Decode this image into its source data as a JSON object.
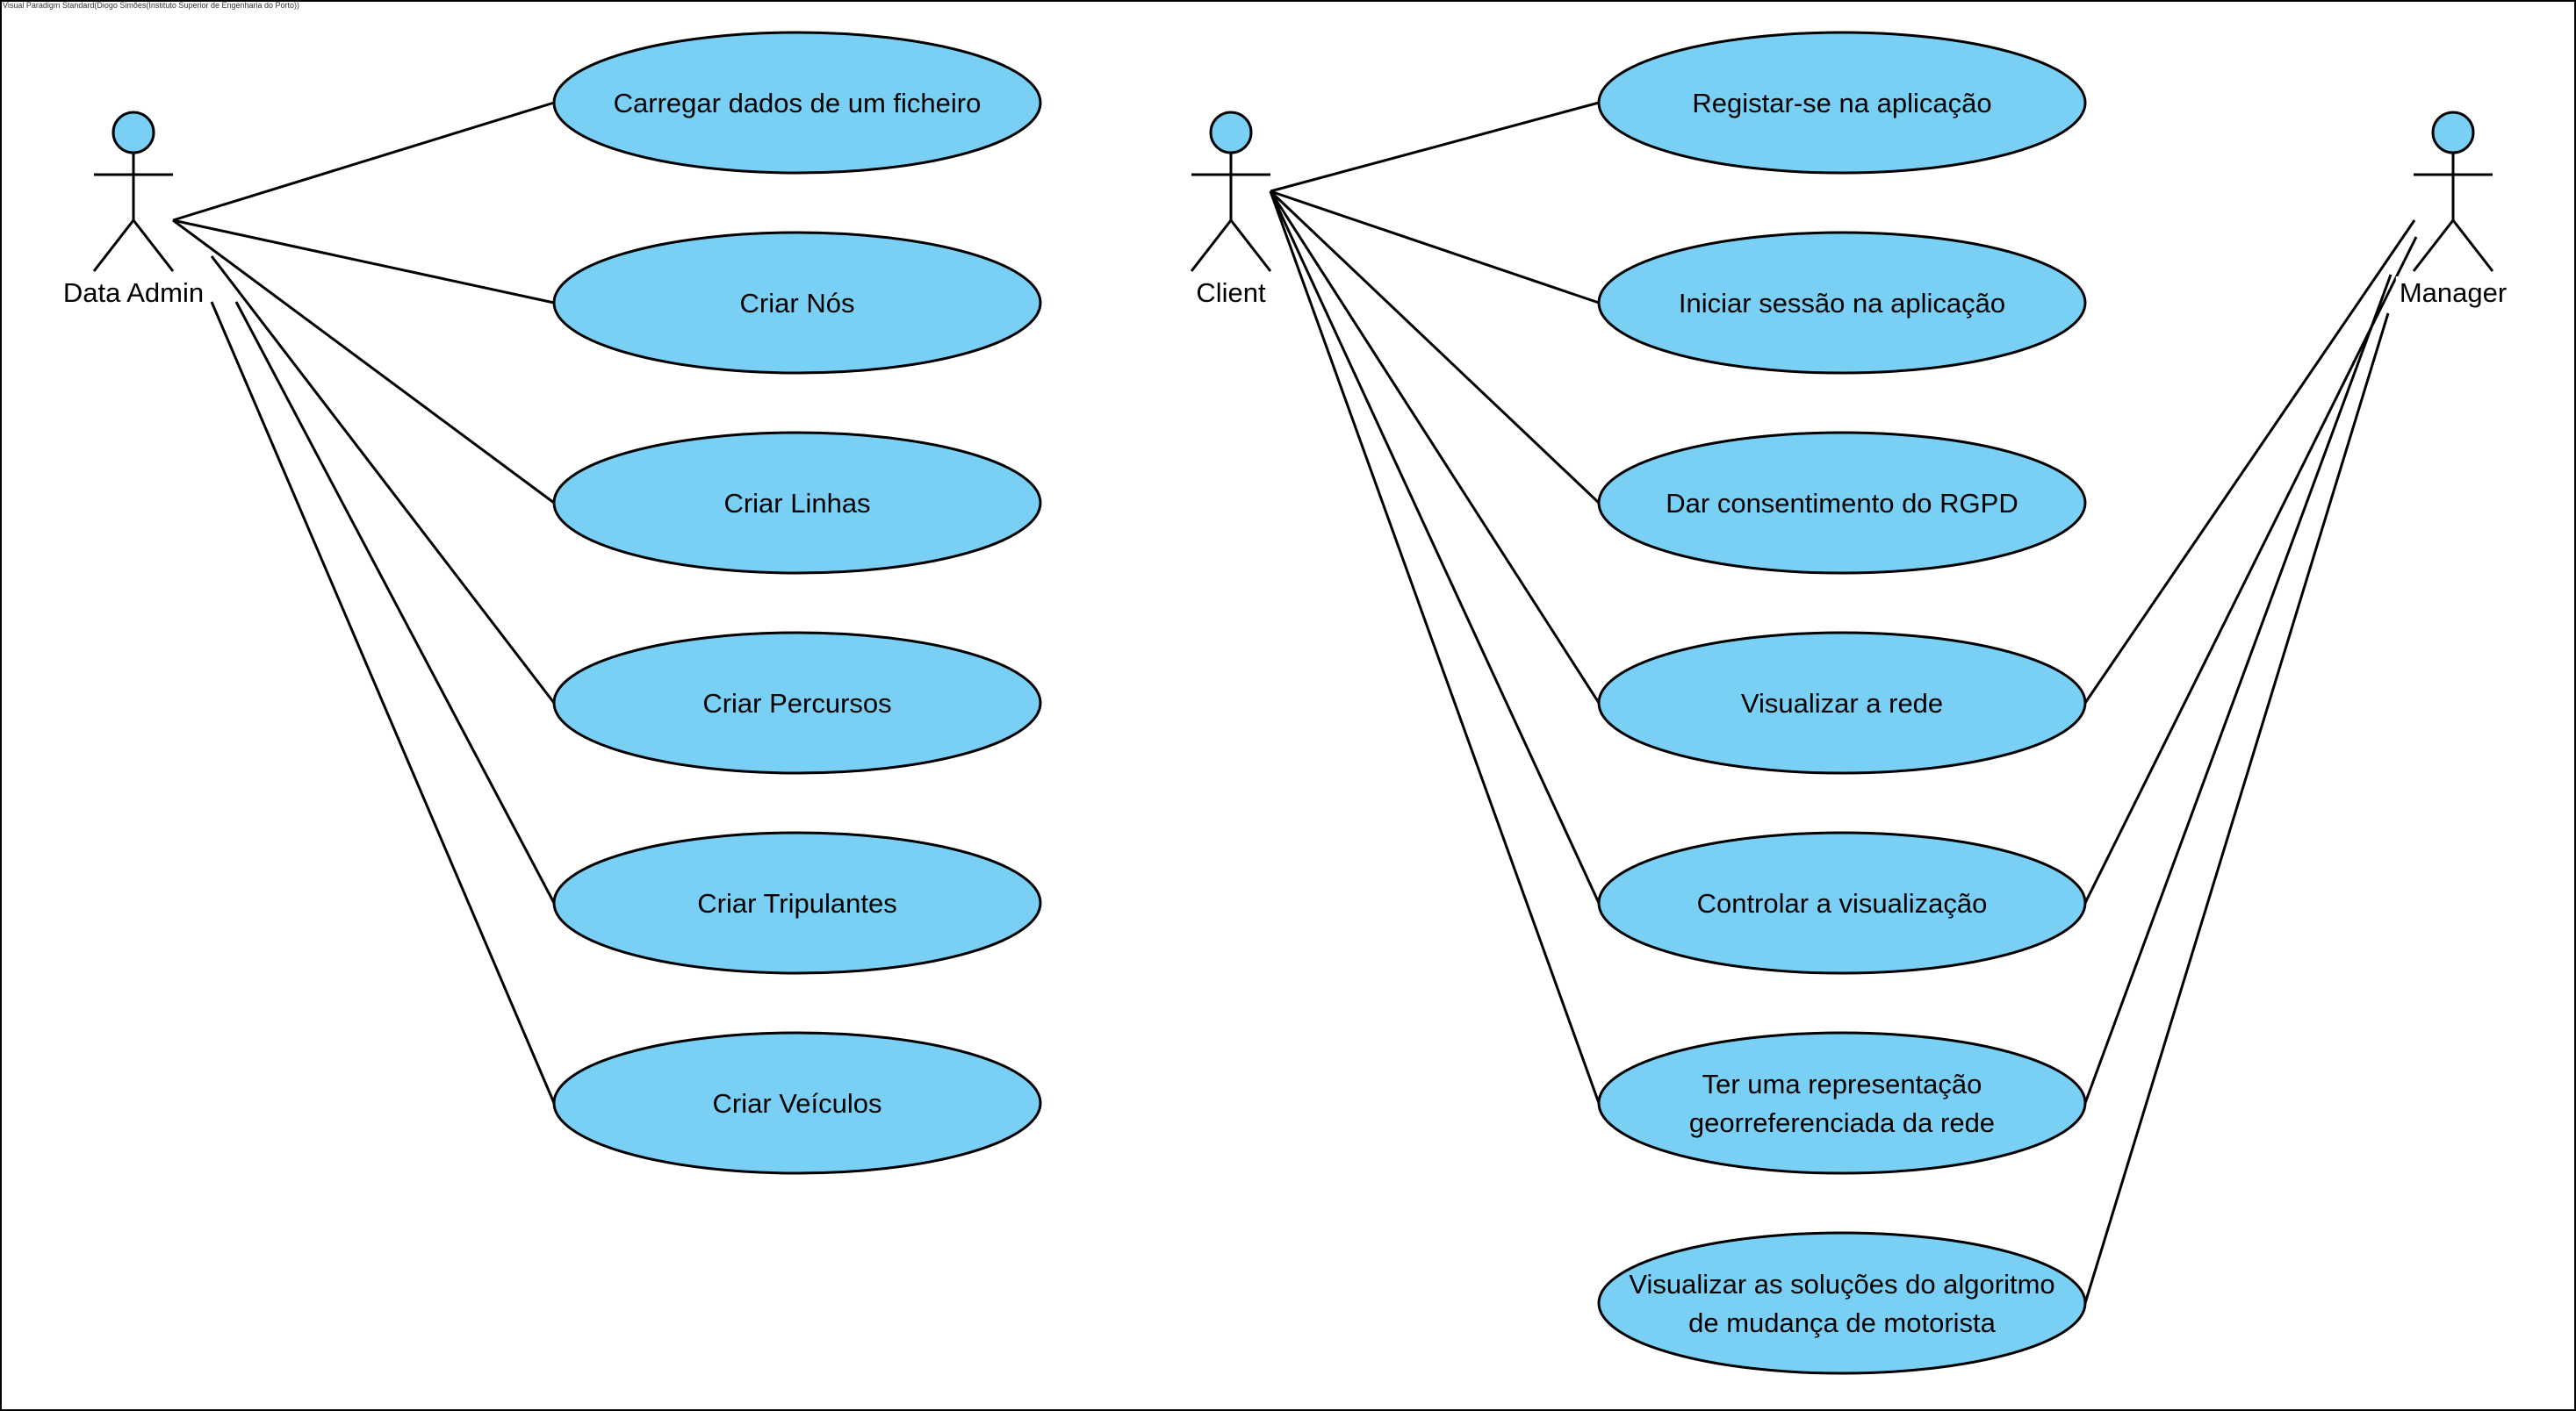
{
  "watermark": "Visual Paradigm Standard(Diogo Simões(Instituto Superior de Engenharia do Porto))",
  "colors": {
    "usecase_fill": "#7ACFF5",
    "stroke": "#000000",
    "background": "#FFFFFF"
  },
  "actors": [
    {
      "id": "data-admin",
      "name": "Data Admin"
    },
    {
      "id": "client",
      "name": "Client"
    },
    {
      "id": "manager",
      "name": "Manager"
    }
  ],
  "use_cases": [
    {
      "id": "uc1",
      "lines": [
        "Carregar dados de um ficheiro"
      ]
    },
    {
      "id": "uc2",
      "lines": [
        "Criar Nós"
      ]
    },
    {
      "id": "uc3",
      "lines": [
        "Criar Linhas"
      ]
    },
    {
      "id": "uc4",
      "lines": [
        "Criar Percursos"
      ]
    },
    {
      "id": "uc5",
      "lines": [
        "Criar Tripulantes"
      ]
    },
    {
      "id": "uc6",
      "lines": [
        "Criar Veículos"
      ]
    },
    {
      "id": "uc7",
      "lines": [
        "Registar-se na aplicação"
      ]
    },
    {
      "id": "uc8",
      "lines": [
        "Iniciar sessão na aplicação"
      ]
    },
    {
      "id": "uc9",
      "lines": [
        "Dar consentimento do RGPD"
      ]
    },
    {
      "id": "uc10",
      "lines": [
        "Visualizar a rede"
      ]
    },
    {
      "id": "uc11",
      "lines": [
        "Controlar a visualização"
      ]
    },
    {
      "id": "uc12",
      "lines": [
        "Ter uma representação",
        "georreferenciada da rede"
      ]
    },
    {
      "id": "uc13",
      "lines": [
        "Visualizar as soluções do algoritmo",
        "de mudança de motorista"
      ]
    }
  ],
  "associations": [
    {
      "actor": "data-admin",
      "use_case": "uc1"
    },
    {
      "actor": "data-admin",
      "use_case": "uc2"
    },
    {
      "actor": "data-admin",
      "use_case": "uc3"
    },
    {
      "actor": "data-admin",
      "use_case": "uc4"
    },
    {
      "actor": "data-admin",
      "use_case": "uc5"
    },
    {
      "actor": "data-admin",
      "use_case": "uc6"
    },
    {
      "actor": "client",
      "use_case": "uc7"
    },
    {
      "actor": "client",
      "use_case": "uc8"
    },
    {
      "actor": "client",
      "use_case": "uc9"
    },
    {
      "actor": "client",
      "use_case": "uc10"
    },
    {
      "actor": "client",
      "use_case": "uc11"
    },
    {
      "actor": "client",
      "use_case": "uc12"
    },
    {
      "actor": "manager",
      "use_case": "uc10"
    },
    {
      "actor": "manager",
      "use_case": "uc11"
    },
    {
      "actor": "manager",
      "use_case": "uc12"
    },
    {
      "actor": "manager",
      "use_case": "uc13"
    }
  ]
}
